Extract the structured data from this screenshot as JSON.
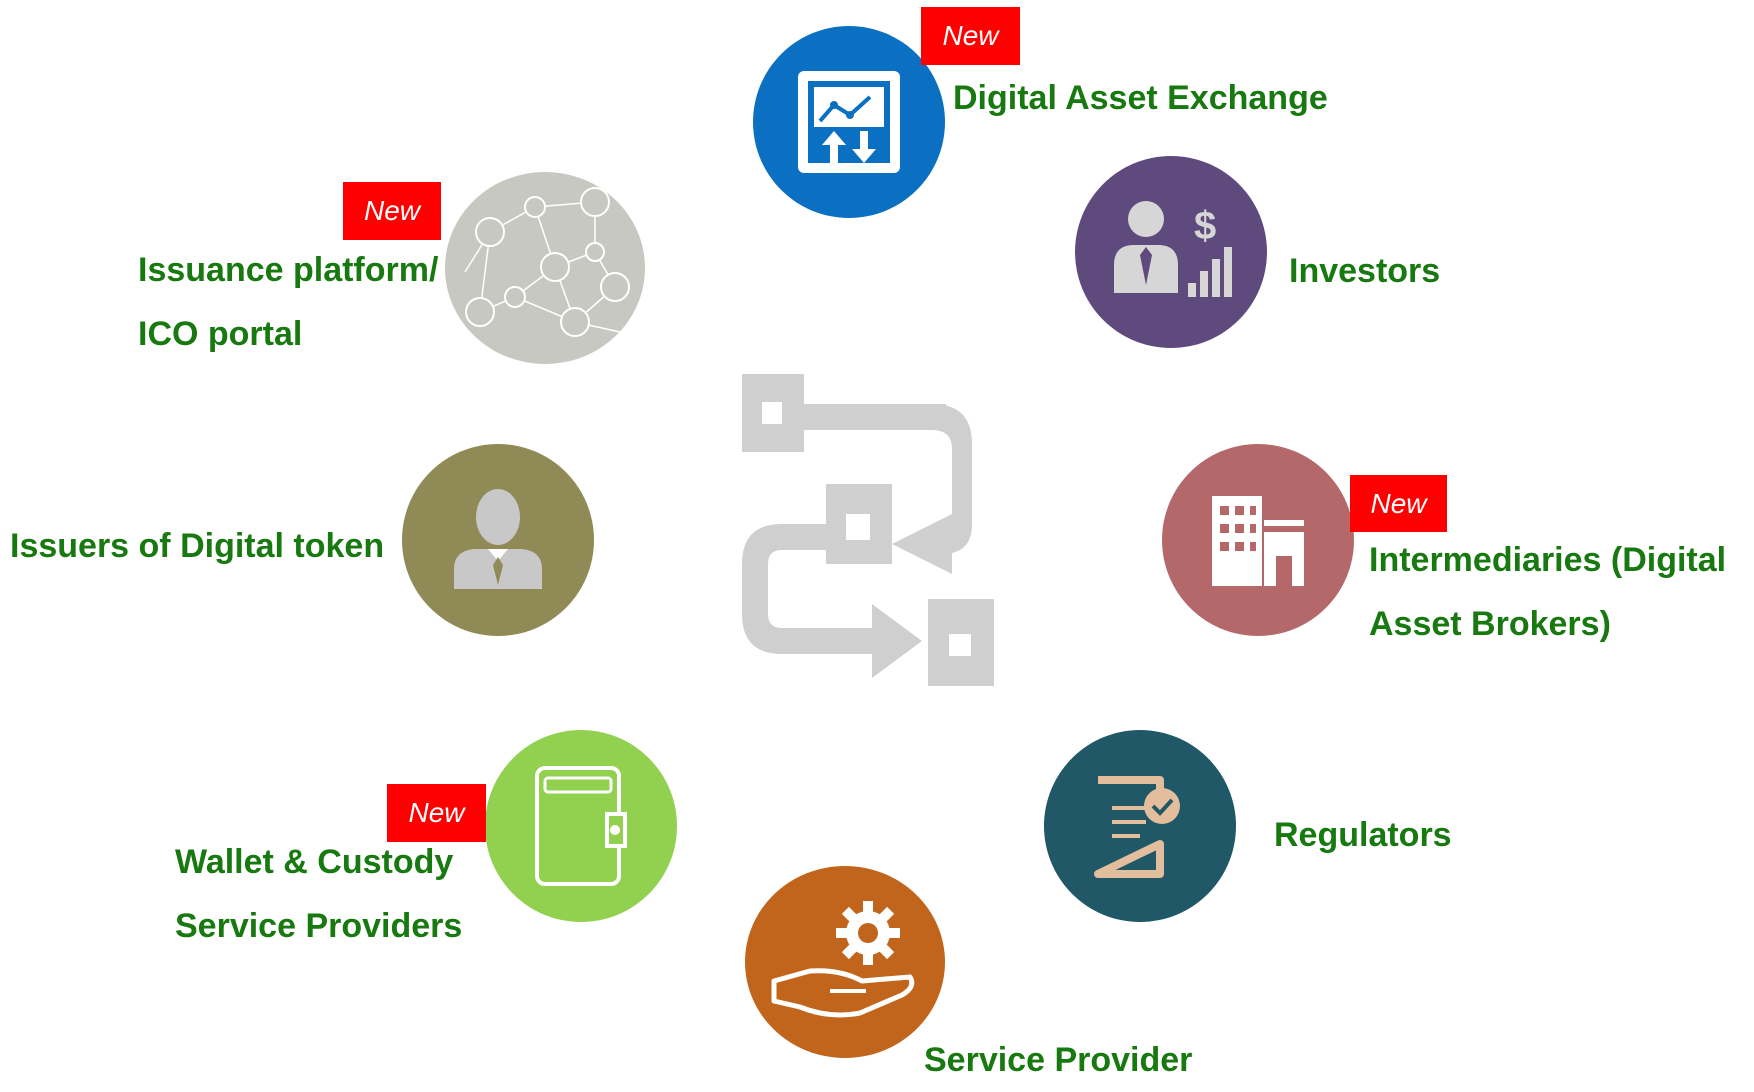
{
  "badge_text": "New",
  "center_icon": "workflow-arrows-icon",
  "nodes": {
    "exchange": {
      "label": [
        "Digital Asset Exchange"
      ],
      "icon": "chart-exchange-icon",
      "color": "#0b70c2",
      "is_new": true
    },
    "investors": {
      "label": [
        "Investors"
      ],
      "icon": "investor-dollar-icon",
      "color": "#5e4a7d",
      "is_new": false
    },
    "issuance": {
      "label": [
        "Issuance platform/",
        "ICO portal"
      ],
      "icon": "network-nodes-icon",
      "color": "#c8c8c2",
      "is_new": true
    },
    "issuers": {
      "label": [
        "Issuers of Digital token"
      ],
      "icon": "person-icon",
      "color": "#8f8a56",
      "is_new": false
    },
    "intermediaries": {
      "label": [
        "Intermediaries (Digital",
        "Asset Brokers)"
      ],
      "icon": "building-icon",
      "color": "#b4686a",
      "is_new": true
    },
    "wallet": {
      "label": [
        "Wallet & Custody",
        "Service Providers"
      ],
      "icon": "wallet-icon",
      "color": "#92d04f",
      "is_new": true
    },
    "regulators": {
      "label": [
        "Regulators"
      ],
      "icon": "document-check-icon",
      "color": "#215868",
      "is_new": false
    },
    "service": {
      "label": [
        "Service Provider"
      ],
      "icon": "hand-gear-icon",
      "color": "#c2651c",
      "is_new": false
    }
  },
  "text_color": "#17790f",
  "badge_color": "#ff0000"
}
